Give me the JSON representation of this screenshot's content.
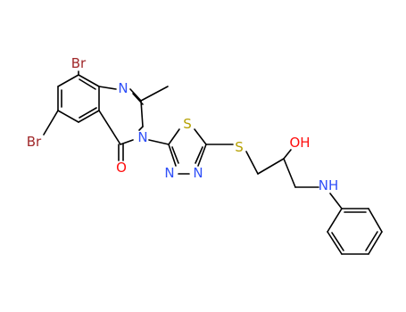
{
  "atom_colors": {
    "Br": "#a0282a",
    "N": "#3050f8",
    "O": "#ff0d0d",
    "S": "#b5a000",
    "C": "#000000"
  },
  "labels": {
    "br_top": "Br",
    "br_left": "Br",
    "n_quinazoline_1": "N",
    "n_quinazoline_3": "N",
    "oxygen_carbonyl": "O",
    "s_thiadiazole": "S",
    "n_thiadiazole_3": "N",
    "n_thiadiazole_4": "N",
    "s_thioether": "S",
    "oh_group": "OH",
    "nh_group": "NH"
  }
}
